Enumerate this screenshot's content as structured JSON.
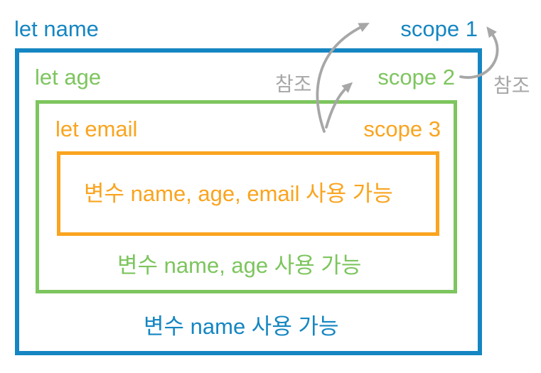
{
  "diagram": {
    "description_colors": {
      "scope1_blue": "#1586c2",
      "scope2_green": "#7dc55e",
      "scope3_orange": "#faa41f",
      "reference_gray": "#a7a7a7",
      "background": "#ffffff"
    },
    "scope1": {
      "declaration": "let name",
      "label": "scope 1",
      "usage": "변수 name 사용 가능"
    },
    "scope2": {
      "declaration": "let age",
      "label": "scope 2",
      "usage": "변수 name, age 사용 가능"
    },
    "scope3": {
      "declaration": "let email",
      "label": "scope 3",
      "usage": "변수 name, age, email 사용 가능"
    },
    "references": {
      "left_label": "참조",
      "right_label": "참조"
    }
  }
}
